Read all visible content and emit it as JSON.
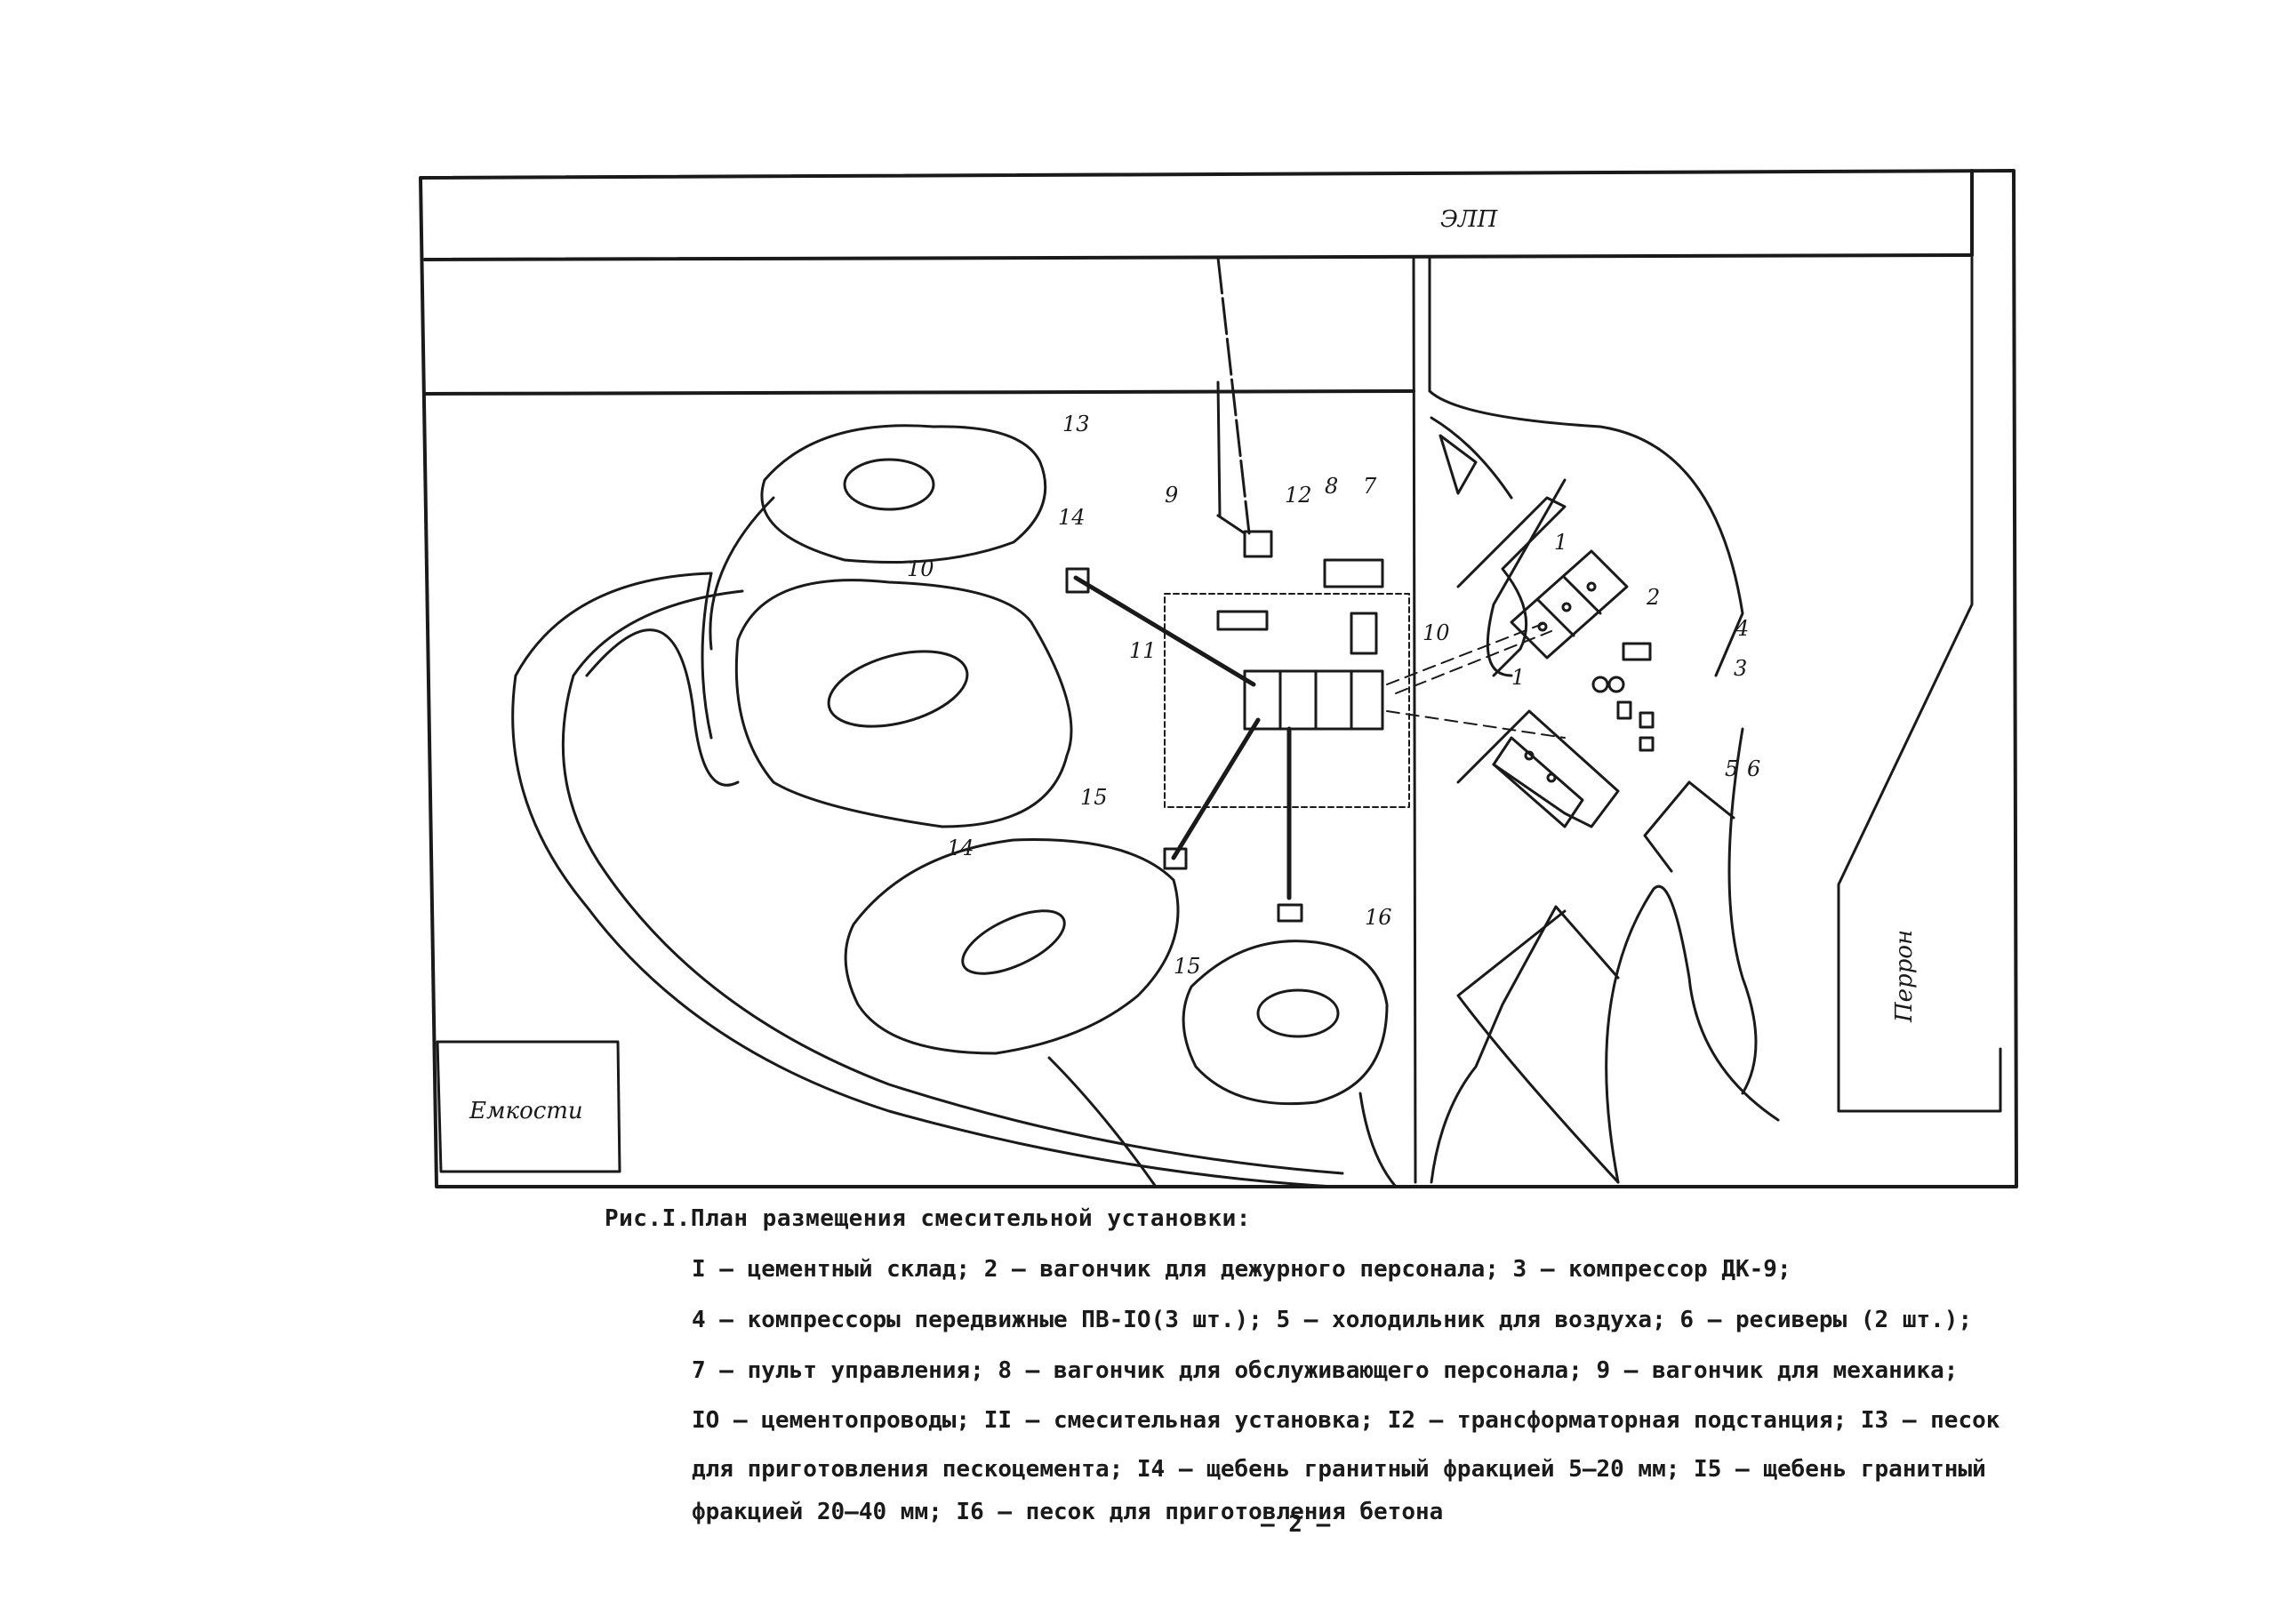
{
  "plan": {
    "labels": {
      "top_road": "ЭЛП",
      "bottom_left": "Емкости",
      "right_strip": "Перрон"
    },
    "tags": [
      "1",
      "1",
      "2",
      "3",
      "4",
      "5",
      "6",
      "7",
      "8",
      "9",
      "10",
      "11",
      "12",
      "13",
      "14",
      "15",
      "16",
      "10",
      "14",
      "15"
    ]
  },
  "caption": {
    "title": "Рис.I.План размещения   смесительной установки:",
    "lines": [
      "I – цементный склад; 2 – вагончик для дежурного персонала; 3 – компрессор ДК-9;",
      "4 – компрессоры передвижные ПВ-IO(3 шт.); 5 – холодильник для воздуха; 6 – ресиверы (2 шт.);",
      "7 – пульт управления; 8 – вагончик для обслуживающего персонала; 9 – вагончик для механика;",
      "IO – цементопроводы; II – смесительная установка; I2 – трансформаторная подстанция; I3 – песок",
      "для приготовления пескоцемента; I4 – щебень гранитный фракцией 5–20 мм; I5 – щебень гранитный",
      "фракцией 20–40 мм; I6 – песок для приготовления бетона"
    ],
    "page_number": "– 2 –"
  }
}
